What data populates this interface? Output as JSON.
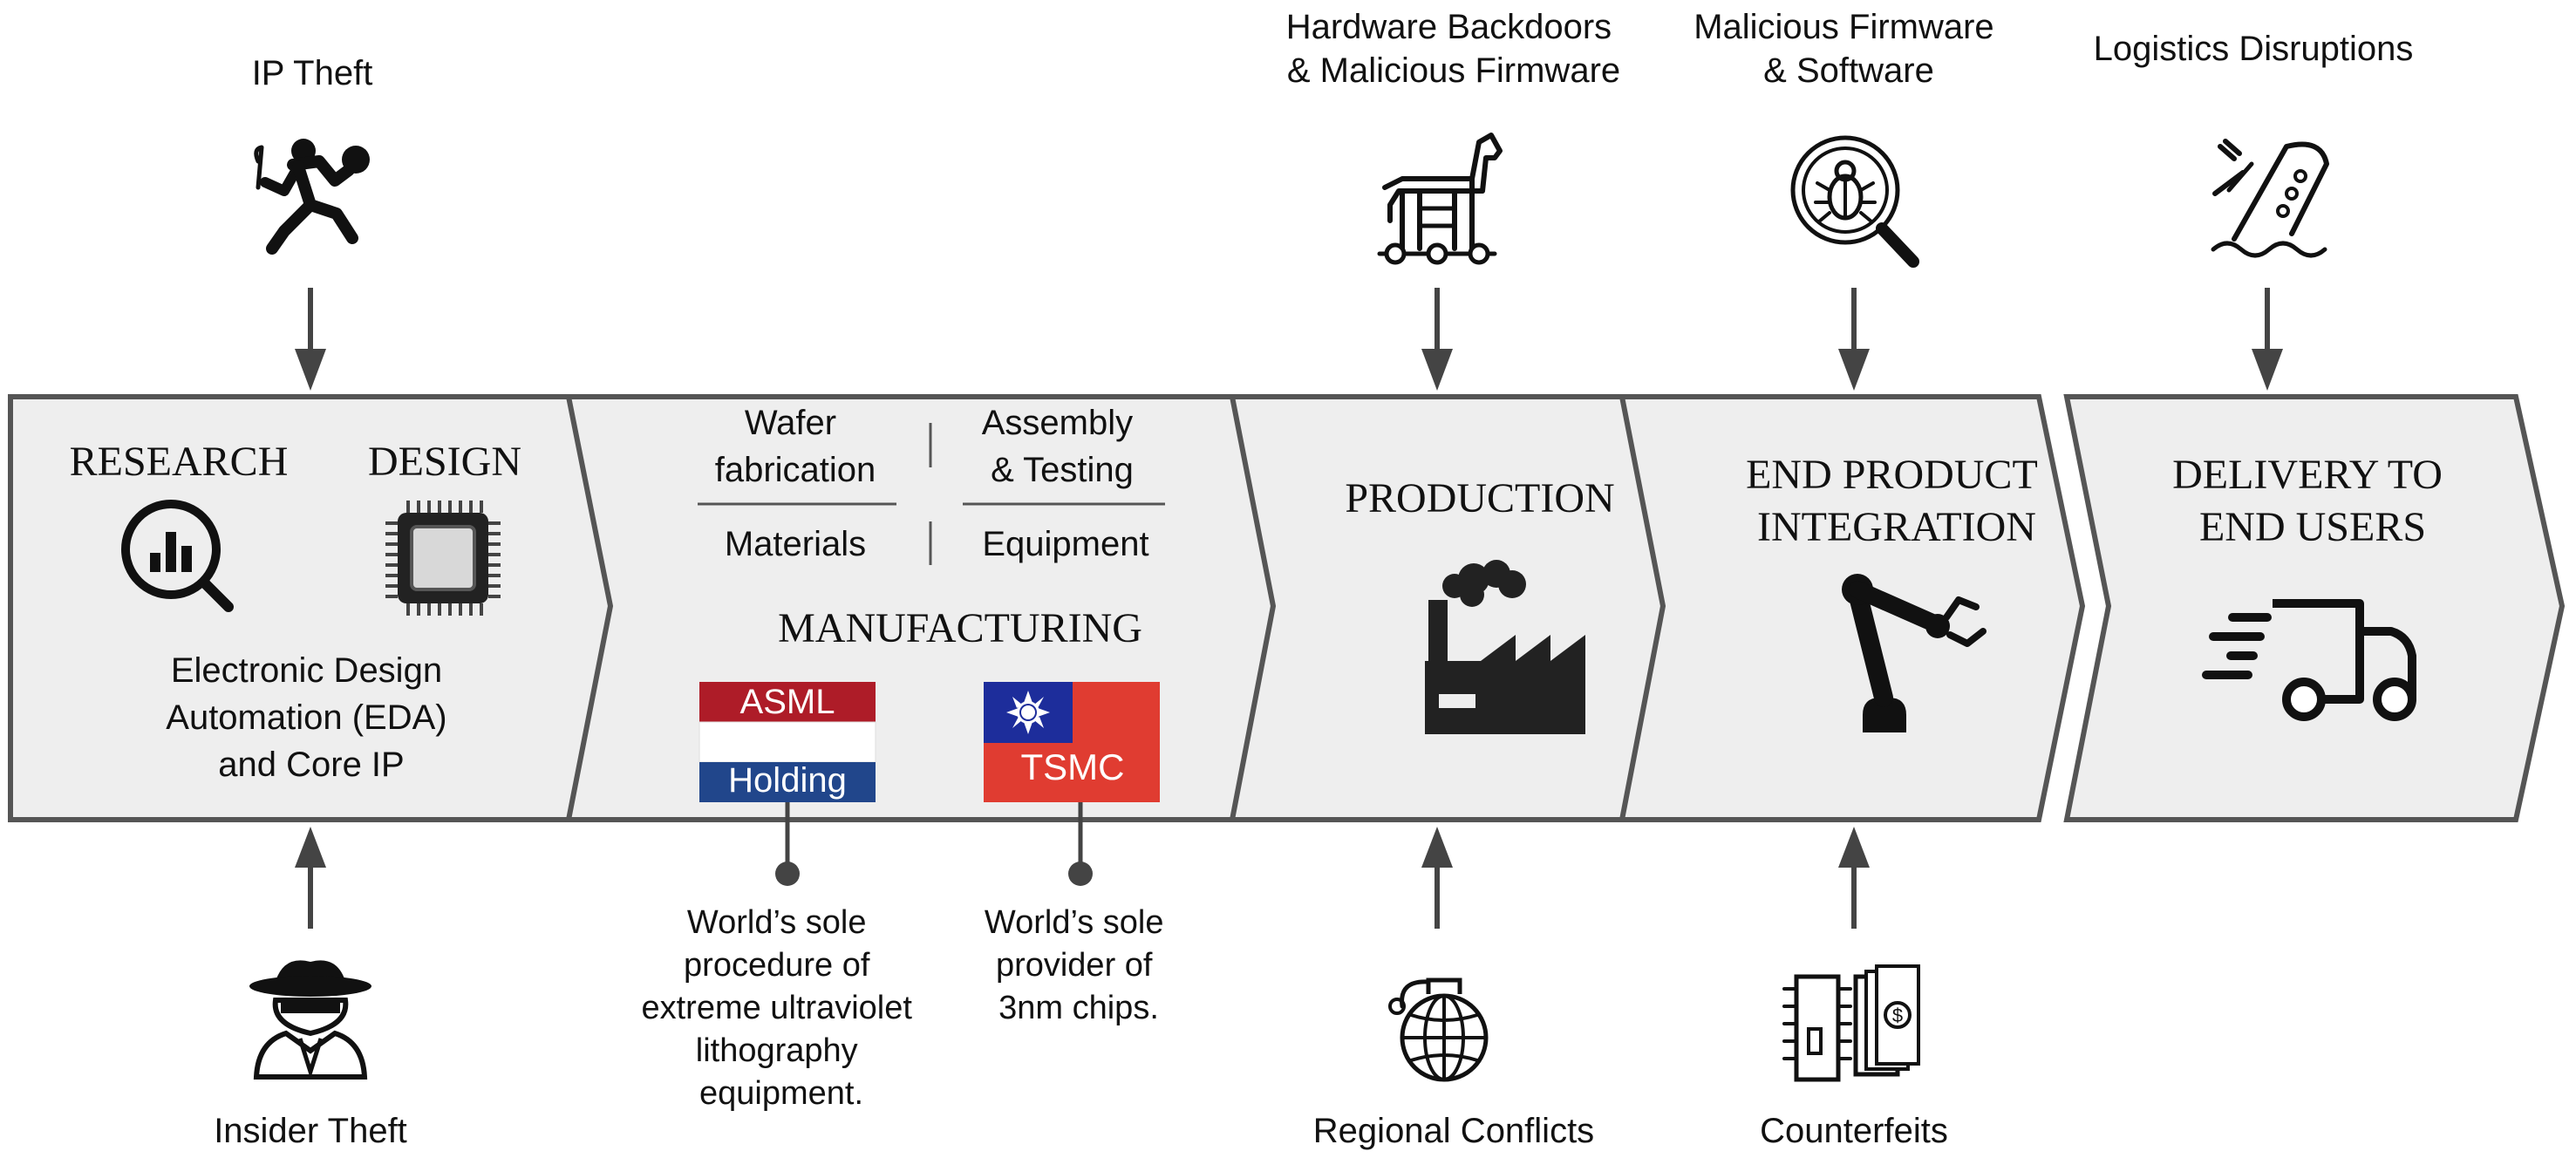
{
  "threats_top": {
    "ip_theft": "IP Theft",
    "hardware_backdoors": [
      "Hardware Backdoors",
      "& Malicious Firmware"
    ],
    "malicious_firmware": [
      "Malicious Firmware",
      "& Software"
    ],
    "logistics": "Logistics Disruptions"
  },
  "threats_bottom": {
    "insider_theft": "Insider Theft",
    "regional_conflicts": "Regional Conflicts",
    "counterfeits": "Counterfeits"
  },
  "stages": {
    "research_design": {
      "research": "RESEARCH",
      "design": "DESIGN",
      "desc": [
        "Electronic Design",
        "Automation (EDA)",
        "and Core IP"
      ]
    },
    "manufacturing": {
      "title": "MANUFACTURING",
      "wafer": [
        "Wafer",
        "fabrication"
      ],
      "assembly": [
        "Assembly",
        "& Testing"
      ],
      "materials": "Materials",
      "equipment": "Equipment",
      "asml": [
        "ASML",
        "Holding"
      ],
      "tsmc": "TSMC",
      "asml_note": [
        "World’s sole",
        "procedure of",
        "extreme ultraviolet",
        "lithography",
        "equipment."
      ],
      "tsmc_note": [
        "World’s sole",
        "provider of",
        "3nm chips."
      ]
    },
    "production": {
      "title": "PRODUCTION"
    },
    "integration": {
      "title": [
        "END PRODUCT",
        "INTEGRATION"
      ]
    },
    "delivery": {
      "title": [
        "DELIVERY TO",
        "END USERS"
      ]
    }
  },
  "icons": [
    "thief-running-icon",
    "spy-icon",
    "magnifier-chart-icon",
    "chip-icon",
    "trojan-horse-icon",
    "bug-magnifier-icon",
    "sinking-ship-icon",
    "grenade-icon",
    "counterfeit-chip-money-icon",
    "factory-icon",
    "robot-arm-icon",
    "delivery-truck-icon",
    "netherlands-flag-icon",
    "taiwan-flag-icon"
  ],
  "colors": {
    "stage_fill": "#eeeeee",
    "stage_border": "#555555",
    "arrow": "#444444",
    "nl_red": "#ae1c28",
    "nl_white": "#ffffff",
    "nl_blue": "#21468b",
    "tw_red": "#e03c31",
    "tw_blue": "#1d2d9b"
  }
}
